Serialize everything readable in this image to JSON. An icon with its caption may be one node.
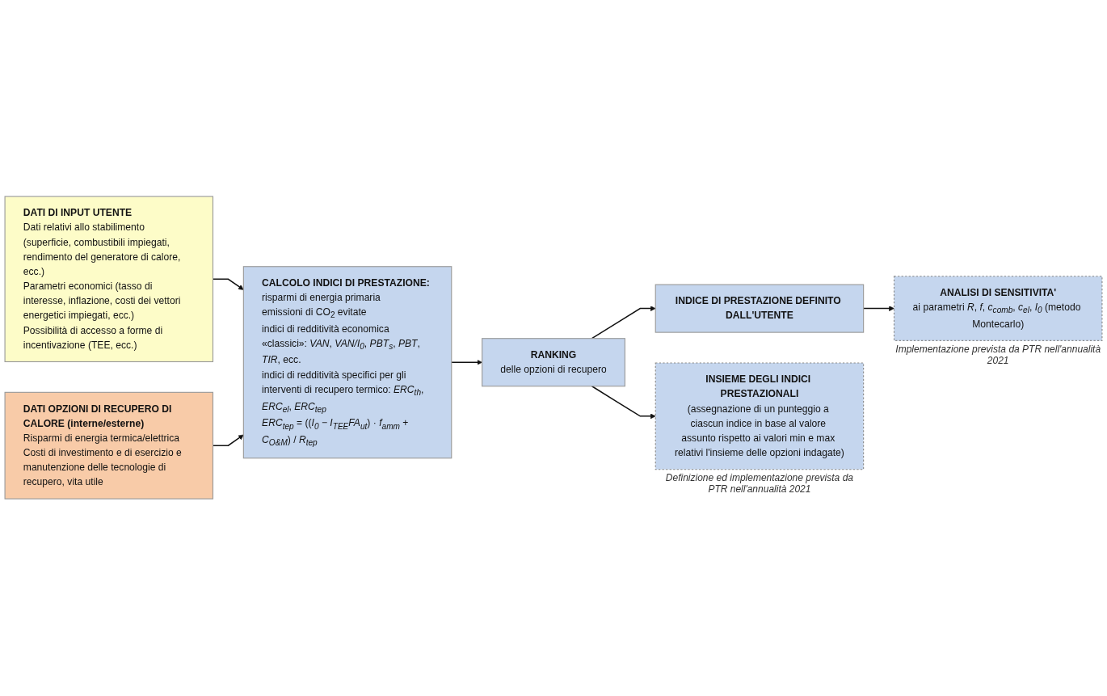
{
  "diagram": {
    "nodes": [
      {
        "text": [
          "DATI DI INPUT UTENTE",
          "Dati relativi allo stabilimento (superficie, combustibili impiegati, rendimento del generatore di calore, ecc.)",
          "Parametri economici (tasso di interesse, inflazione, costi dei vettori energetici impiegati, ecc.)",
          "Possibilità di accesso a forme di incentivazione (TEE, ecc.)"
        ]
      },
      {
        "text": [
          "DATI OPZIONI DI RECUPERO DI CALORE (interne/esterne)",
          "Risparmi di energia termica/elettrica",
          "Costi di investimento e di esercizio e manutenzione delle tecnologie di recupero, vita utile"
        ]
      },
      {
        "text": [
          "CALCOLO INDICI DI PRESTAZIONE:",
          "risparmi di energia primaria",
          "emissioni di CO$_{2}$ evitate",
          "indici di redditività economica «classici»: *VAN*, *VAN/I$_{0}$*, *PBT$_{s}$*, *PBT*, *TIR*, ecc.",
          "indici di redditività specifici per gli interventi di recupero termico: *ERC$_{th}$*, *ERC$_{el}$*, *ERC$_{tep}$*",
          "*ERC$_{tep}$* = ((*I$_{0}$* − *I$_{TEE}$FA$_{ut}$*) · *f$_{amm}$* + *C$_{O&M}$*) / *R$_{tep}$*"
        ]
      },
      {
        "text": [
          "RANKING",
          "delle opzioni di recupero"
        ]
      },
      {
        "text": [
          "INDICE DI PRESTAZIONE DEFINITO DALL'UTENTE"
        ]
      },
      {
        "text": [
          "ANALISI DI SENSITIVITA'",
          "ai parametri *R*, *f*, *c$_{comb}$*, *c$_{el}$*, *I$_{0}$* (metodo Montecarlo)"
        ],
        "beside": [
          "Implementazione prevista da PTR nell'annualità 2021"
        ]
      },
      {
        "text": [
          "INSIEME DEGLI INDICI PRESTAZIONALI",
          "(assegnazione di un punteggio a ciascun indice in base al valore assunto rispetto ai valori min e max relativi l'insieme delle opzioni indagate)"
        ],
        "beside": [
          "Definizione ed implementazione prevista da PTR nell'annualità 2021"
        ]
      }
    ],
    "edges": [
      {
        "from": 0,
        "to": 2,
        "arrow": "to"
      },
      {
        "from": 1,
        "to": 2,
        "arrow": "to"
      },
      {
        "from": 2,
        "to": 3,
        "arrow": "to"
      },
      {
        "from": 3,
        "to": 4,
        "arrow": "to"
      },
      {
        "from": 3,
        "to": 6,
        "arrow": "to"
      },
      {
        "from": 4,
        "to": 5,
        "arrow": "to"
      }
    ]
  }
}
